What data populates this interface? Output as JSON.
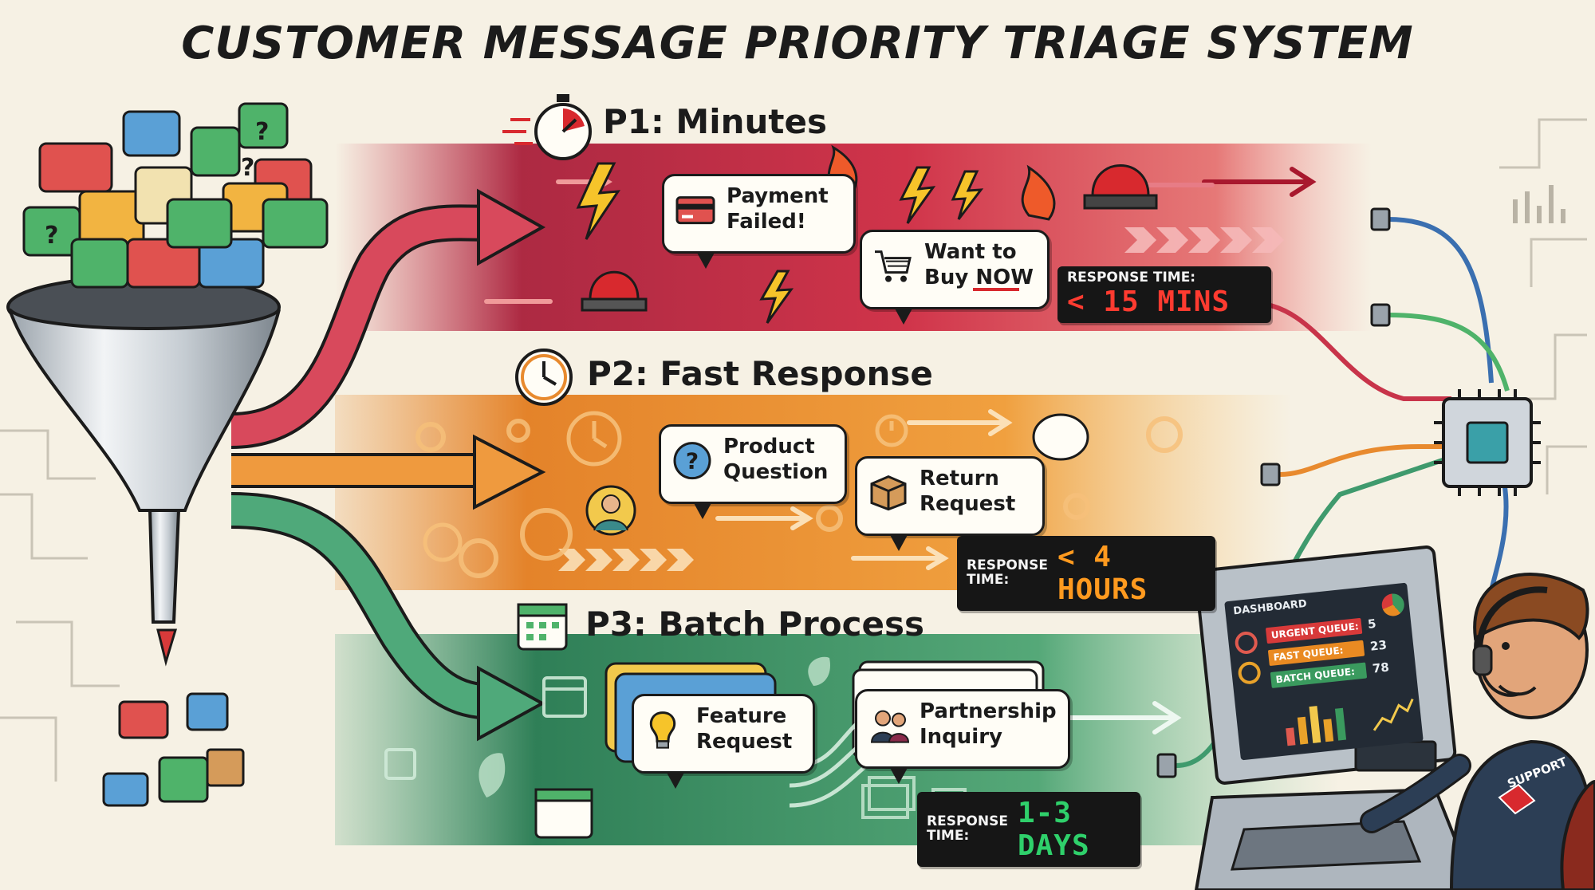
{
  "title": "CUSTOMER MESSAGE PRIORITY TRIAGE SYSTEM",
  "colors": {
    "p1": "#c8344a",
    "p2": "#e88a2e",
    "p3": "#3f9a6d",
    "ink": "#1b1b1b",
    "paper": "#f6f1e4"
  },
  "lanes": {
    "p1": {
      "label": "P1: Minutes",
      "icon": "stopwatch-icon",
      "messages": [
        {
          "text": "Payment\nFailed!",
          "icon": "credit-card-icon"
        },
        {
          "text": "Want to\nBuy NOW",
          "icon": "shopping-cart-icon"
        }
      ],
      "response_label": "RESPONSE TIME:",
      "response_value": "< 15 MINS",
      "value_color": "#ff3b30"
    },
    "p2": {
      "label": "P2: Fast Response",
      "icon": "clock-icon",
      "messages": [
        {
          "text": "Product\nQuestion",
          "icon": "question-mark-icon"
        },
        {
          "text": "Return\nRequest",
          "icon": "package-icon"
        }
      ],
      "response_label": "RESPONSE\nTIME:",
      "response_value": "< 4 HOURS",
      "value_color": "#ff9a1f"
    },
    "p3": {
      "label": "P3: Batch Process",
      "icon": "calendar-icon",
      "messages": [
        {
          "text": "Feature\nRequest",
          "icon": "lightbulb-icon"
        },
        {
          "text": "Partnership\nInquiry",
          "icon": "people-icon"
        }
      ],
      "response_label": "RESPONSE\nTIME:",
      "response_value": "1-3 DAYS",
      "value_color": "#2fd06b"
    }
  },
  "dashboard": {
    "title": "DASHBOARD",
    "queues": [
      {
        "label": "URGENT QUEUE:",
        "count": "5",
        "color": "#d83a3a"
      },
      {
        "label": "FAST QUEUE:",
        "count": "23",
        "color": "#e98a22"
      },
      {
        "label": "BATCH QUEUE:",
        "count": "78",
        "color": "#3a9a5e"
      }
    ]
  },
  "agent": {
    "shirt_text": "SUPPORT"
  }
}
